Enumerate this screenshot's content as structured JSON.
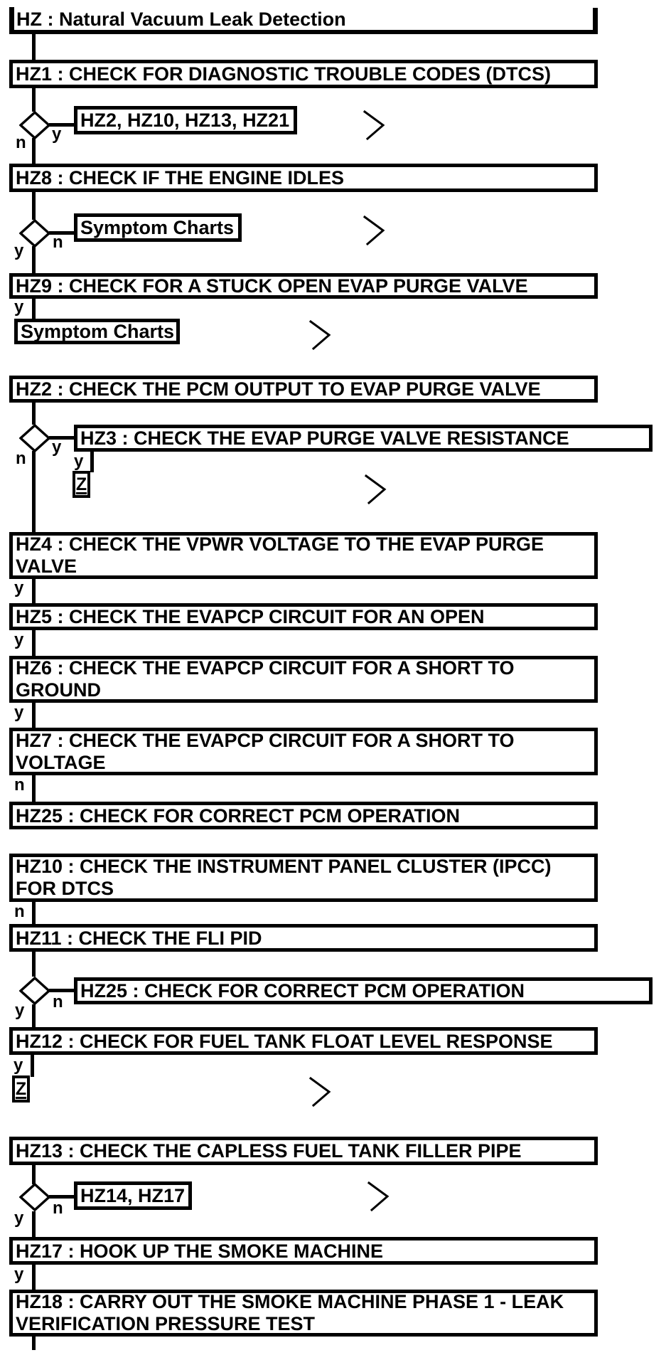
{
  "flowchart": {
    "title": "HZ : Natural Vacuum Leak Detection",
    "labels": {
      "yes": "y",
      "no": "n"
    },
    "colors": {
      "ink": "#000000",
      "background": "#ffffff"
    },
    "nodes": {
      "hz1": "HZ1 : CHECK FOR DIAGNOSTIC TROUBLE CODES (DTCS)",
      "dtc_ref": "HZ2, HZ10, HZ13, HZ21",
      "hz8": "HZ8 : CHECK IF THE ENGINE IDLES",
      "symptom_charts_1": "Symptom Charts",
      "hz9": "HZ9 : CHECK FOR A STUCK OPEN EVAP PURGE VALVE",
      "symptom_charts_2": "Symptom Charts",
      "hz2": "HZ2 : CHECK THE PCM OUTPUT TO EVAP PURGE VALVE",
      "hz3": "HZ3 : CHECK THE EVAP PURGE VALVE RESISTANCE",
      "z_connector_1": "Z",
      "hz4": "HZ4 : CHECK THE VPWR VOLTAGE TO THE EVAP PURGE\nVALVE",
      "hz5": "HZ5 : CHECK THE EVAPCP CIRCUIT FOR AN OPEN",
      "hz6": "HZ6 : CHECK THE EVAPCP CIRCUIT FOR A SHORT TO\nGROUND",
      "hz7": "HZ7 : CHECK THE EVAPCP CIRCUIT FOR A SHORT TO\nVOLTAGE",
      "hz25_a": "HZ25 : CHECK FOR CORRECT PCM OPERATION",
      "hz10": "HZ10 : CHECK THE INSTRUMENT PANEL CLUSTER (IPCC)\nFOR DTCS",
      "hz11": "HZ11 : CHECK THE FLI PID",
      "hz25_b": "HZ25 : CHECK FOR CORRECT PCM OPERATION",
      "hz12": "HZ12 : CHECK FOR FUEL TANK FLOAT LEVEL RESPONSE",
      "z_connector_2": "Z",
      "hz13": "HZ13 : CHECK THE CAPLESS FUEL TANK FILLER PIPE",
      "hz14_hz17_ref": "HZ14, HZ17",
      "hz17": "HZ17 : HOOK UP THE SMOKE MACHINE",
      "hz18": "HZ18 : CARRY OUT THE SMOKE MACHINE PHASE 1 - LEAK\nVERIFICATION PRESSURE TEST"
    }
  }
}
